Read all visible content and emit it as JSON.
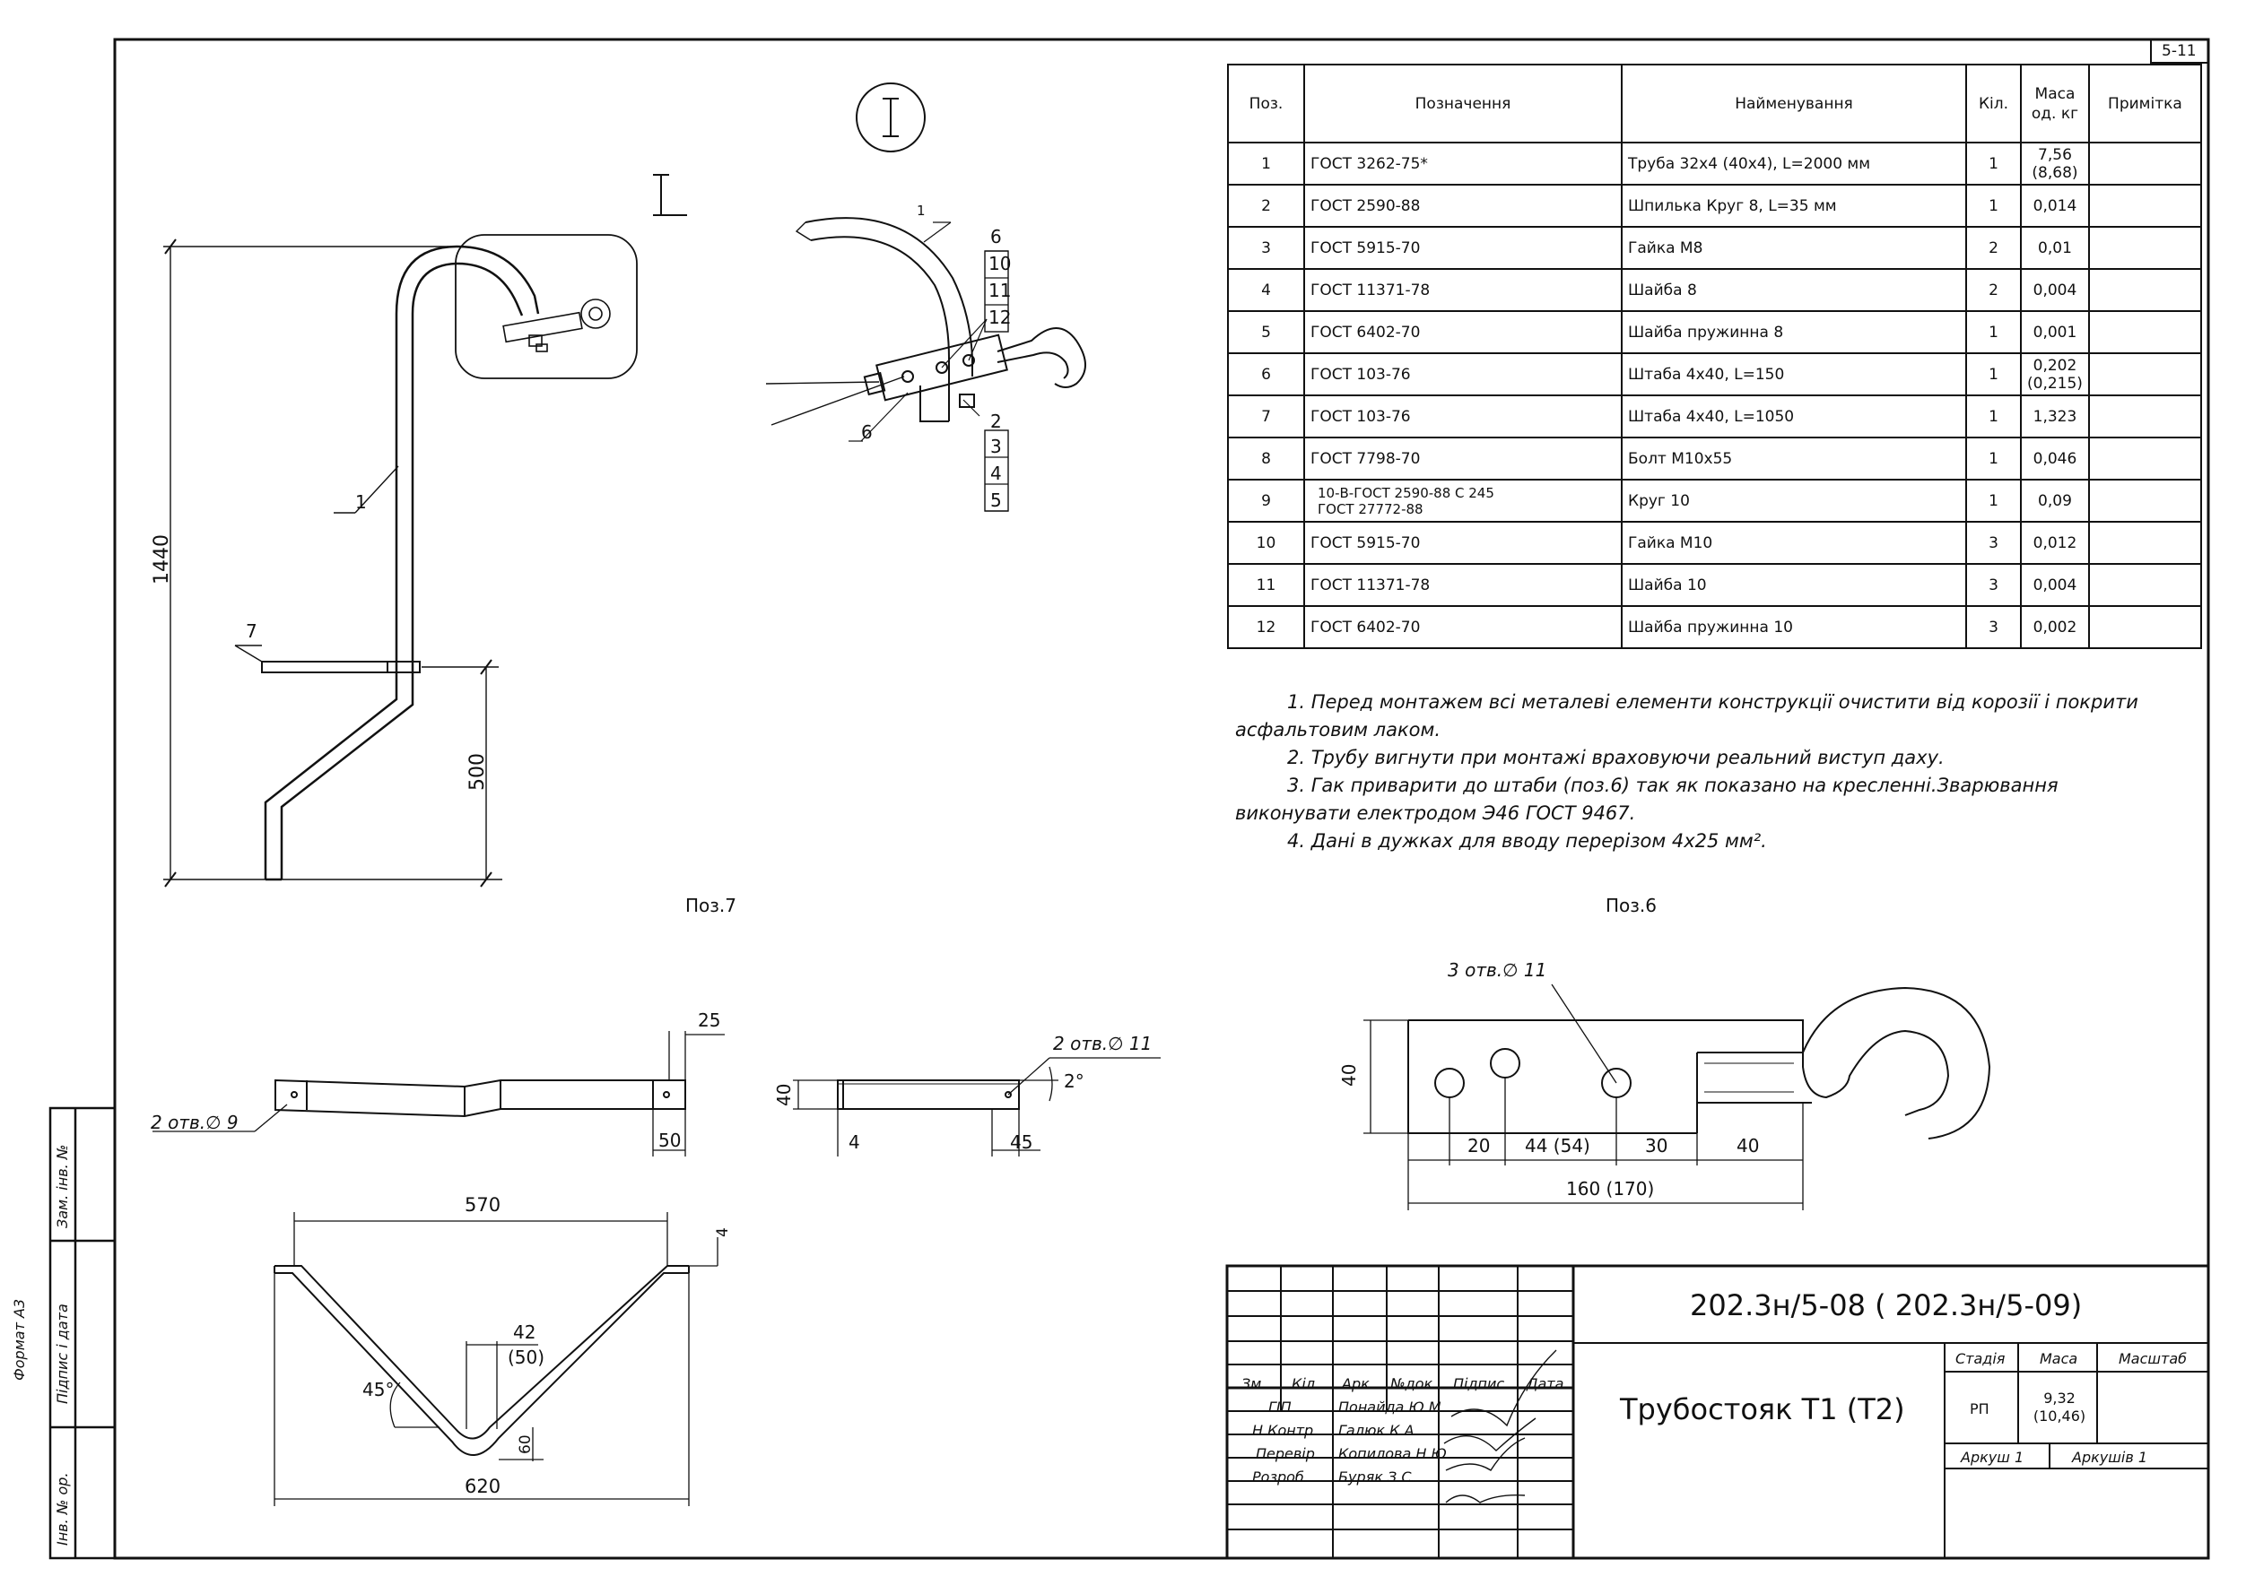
{
  "sheet": {
    "sheet_ref": "5-11",
    "format_label": "Формат А3",
    "side_stamp": [
      "Зам. інв. №",
      "Підпис і дата",
      "Інв. № ор."
    ]
  },
  "drawing": {
    "detail_mark": "I",
    "main_dim_height": "1440",
    "main_dim_lower": "500",
    "main_pos_1": "1",
    "main_pos_7": "7",
    "detail_labels_right": [
      "6",
      "10",
      "11",
      "12"
    ],
    "detail_labels_bottom": [
      "2",
      "3",
      "4",
      "5"
    ],
    "detail_label_1": "1",
    "detail_label_6": "6",
    "poz7_title": "Поз.7",
    "poz7_dims": {
      "d25": "25",
      "d50": "50",
      "holes": "2 отв.∅ 9",
      "d570": "570",
      "d4": "4",
      "d42": "42",
      "d50b": "(50)",
      "angle": "45°",
      "d60": "60",
      "d620": "620"
    },
    "side_view_dims": {
      "d40": "40",
      "d4": "4",
      "d45": "45",
      "holes": "2 отв.∅ 11",
      "angle": "2°"
    },
    "poz6_title": "Поз.6",
    "poz6_dims": {
      "holes": "3 отв.∅ 11",
      "d40": "40",
      "d20": "20",
      "d44": "44 (54)",
      "d30": "30",
      "d40b": "40",
      "total": "160 (170)"
    }
  },
  "spec_table": {
    "headers": [
      "Поз.",
      "Позначення",
      "Найменування",
      "Кіл.",
      "Маса од. кг",
      "Примітка"
    ],
    "rows": [
      {
        "pos": "1",
        "code": "ГОСТ 3262-75*",
        "name": "Труба 32х4 (40х4), L=2000 мм",
        "qty": "1",
        "mass": "7,56 (8,68)",
        "note": ""
      },
      {
        "pos": "2",
        "code": "ГОСТ 2590-88",
        "name": "Шпилька Круг 8, L=35 мм",
        "qty": "1",
        "mass": "0,014",
        "note": ""
      },
      {
        "pos": "3",
        "code": "ГОСТ 5915-70",
        "name": "Гайка М8",
        "qty": "2",
        "mass": "0,01",
        "note": ""
      },
      {
        "pos": "4",
        "code": "ГОСТ 11371-78",
        "name": "Шайба 8",
        "qty": "2",
        "mass": "0,004",
        "note": ""
      },
      {
        "pos": "5",
        "code": "ГОСТ 6402-70",
        "name": "Шайба пружинна 8",
        "qty": "1",
        "mass": "0,001",
        "note": ""
      },
      {
        "pos": "6",
        "code": "ГОСТ 103-76",
        "name": "Штаба 4х40, L=150",
        "qty": "1",
        "mass": "0,202 (0,215)",
        "note": ""
      },
      {
        "pos": "7",
        "code": "ГОСТ 103-76",
        "name": "Штаба 4х40, L=1050",
        "qty": "1",
        "mass": "1,323",
        "note": ""
      },
      {
        "pos": "8",
        "code": "ГОСТ 7798-70",
        "name": "Болт М10х55",
        "qty": "1",
        "mass": "0,046",
        "note": ""
      },
      {
        "pos": "9",
        "code": "10-В-ГОСТ 2590-88 С 245 ГОСТ 27772-88",
        "name": "Круг 10",
        "qty": "1",
        "mass": "0,09",
        "note": ""
      },
      {
        "pos": "10",
        "code": "ГОСТ 5915-70",
        "name": "Гайка М10",
        "qty": "3",
        "mass": "0,012",
        "note": ""
      },
      {
        "pos": "11",
        "code": "ГОСТ 11371-78",
        "name": "Шайба 10",
        "qty": "3",
        "mass": "0,004",
        "note": ""
      },
      {
        "pos": "12",
        "code": "ГОСТ 6402-70",
        "name": "Шайба пружинна 10",
        "qty": "3",
        "mass": "0,002",
        "note": ""
      }
    ]
  },
  "notes": [
    "1. Перед монтажем всі металеві елементи конструкції очистити від корозії і покрити асфальтовим лаком.",
    "2. Трубу вигнути при монтажі враховуючи реальний виступ даху.",
    "3. Гак приварити до штаби (поз.6) так як показано на кресленні.Зварювання виконувати електродом Э46 ГОСТ 9467.",
    "4. Дані в дужках для вводу перерізом 4х25 мм²."
  ],
  "title_block": {
    "doc_code": "202.3н/5-08 ( 202.3н/5-09)",
    "title": "Трубостояк Т1 (Т2)",
    "hdr_zm": "Зм.",
    "hdr_kil": "Кіл.",
    "hdr_ark": "Арк.",
    "hdr_ndok": "№док.",
    "hdr_pidpys": "Підпис",
    "hdr_data": "Дата",
    "roles": [
      {
        "role": "ГІП",
        "name": "Понайда Ю.М."
      },
      {
        "role": "Н.Контр.",
        "name": "Галюк К.А."
      },
      {
        "role": "Перевір.",
        "name": "Копилова Н.Ю."
      },
      {
        "role": "Розроб.",
        "name": "Буряк З.С."
      }
    ],
    "stage_label": "Стадія",
    "mass_label": "Маса",
    "scale_label": "Масштаб",
    "stage": "РП",
    "mass": "9,32 (10,46)",
    "scale": "",
    "sheet_label": "Аркуш 1",
    "sheets_label": "Аркушів 1"
  }
}
